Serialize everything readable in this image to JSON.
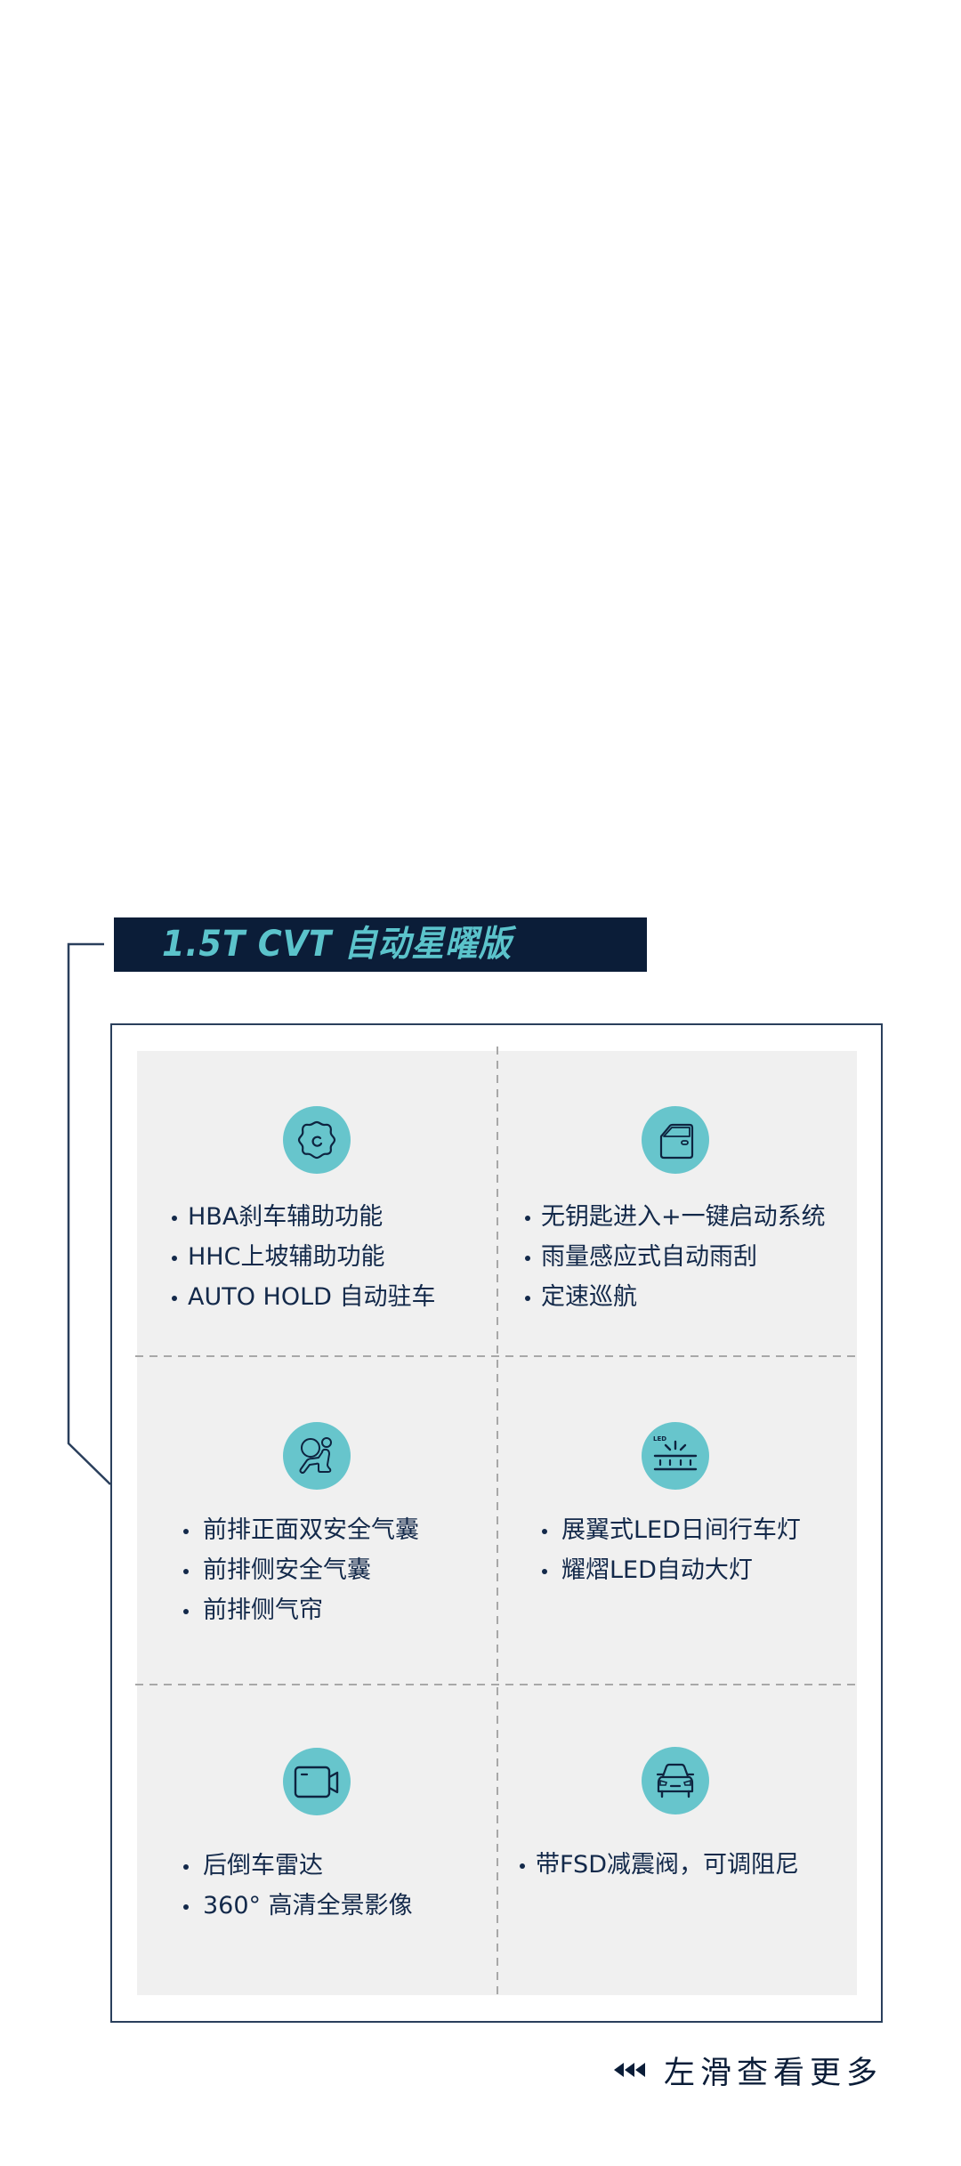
{
  "banner": {
    "title": "1.5T CVT 自动星曜版"
  },
  "colors": {
    "navy": "#0b1d38",
    "teal": "#67c5cc",
    "panel_gray": "#f0f0f0",
    "text": "#13294a",
    "dash": "#a8a8a8"
  },
  "features": [
    {
      "icon": "gear-icon",
      "items": [
        "HBA刹车辅助功能",
        "HHC上坡辅助功能",
        "AUTO HOLD 自动驻车"
      ]
    },
    {
      "icon": "car-door-icon",
      "items": [
        "无钥匙进入+一键启动系统",
        "雨量感应式自动雨刮",
        "定速巡航"
      ]
    },
    {
      "icon": "airbag-icon",
      "items": [
        "前排正面双安全气囊",
        "前排侧安全气囊",
        "前排侧气帘"
      ]
    },
    {
      "icon": "led-light-icon",
      "icon_label": "LED",
      "items": [
        "展翼式LED日间行车灯",
        "耀熠LED自动大灯"
      ]
    },
    {
      "icon": "camera-icon",
      "items": [
        "后倒车雷达",
        "360° 高清全景影像"
      ]
    },
    {
      "icon": "car-front-icon",
      "items": [
        "带FSD减震阀，可调阻尼"
      ]
    }
  ],
  "footer": {
    "swipe_hint": "左滑查看更多",
    "arrows_icon": "triple-left-arrow-icon"
  }
}
